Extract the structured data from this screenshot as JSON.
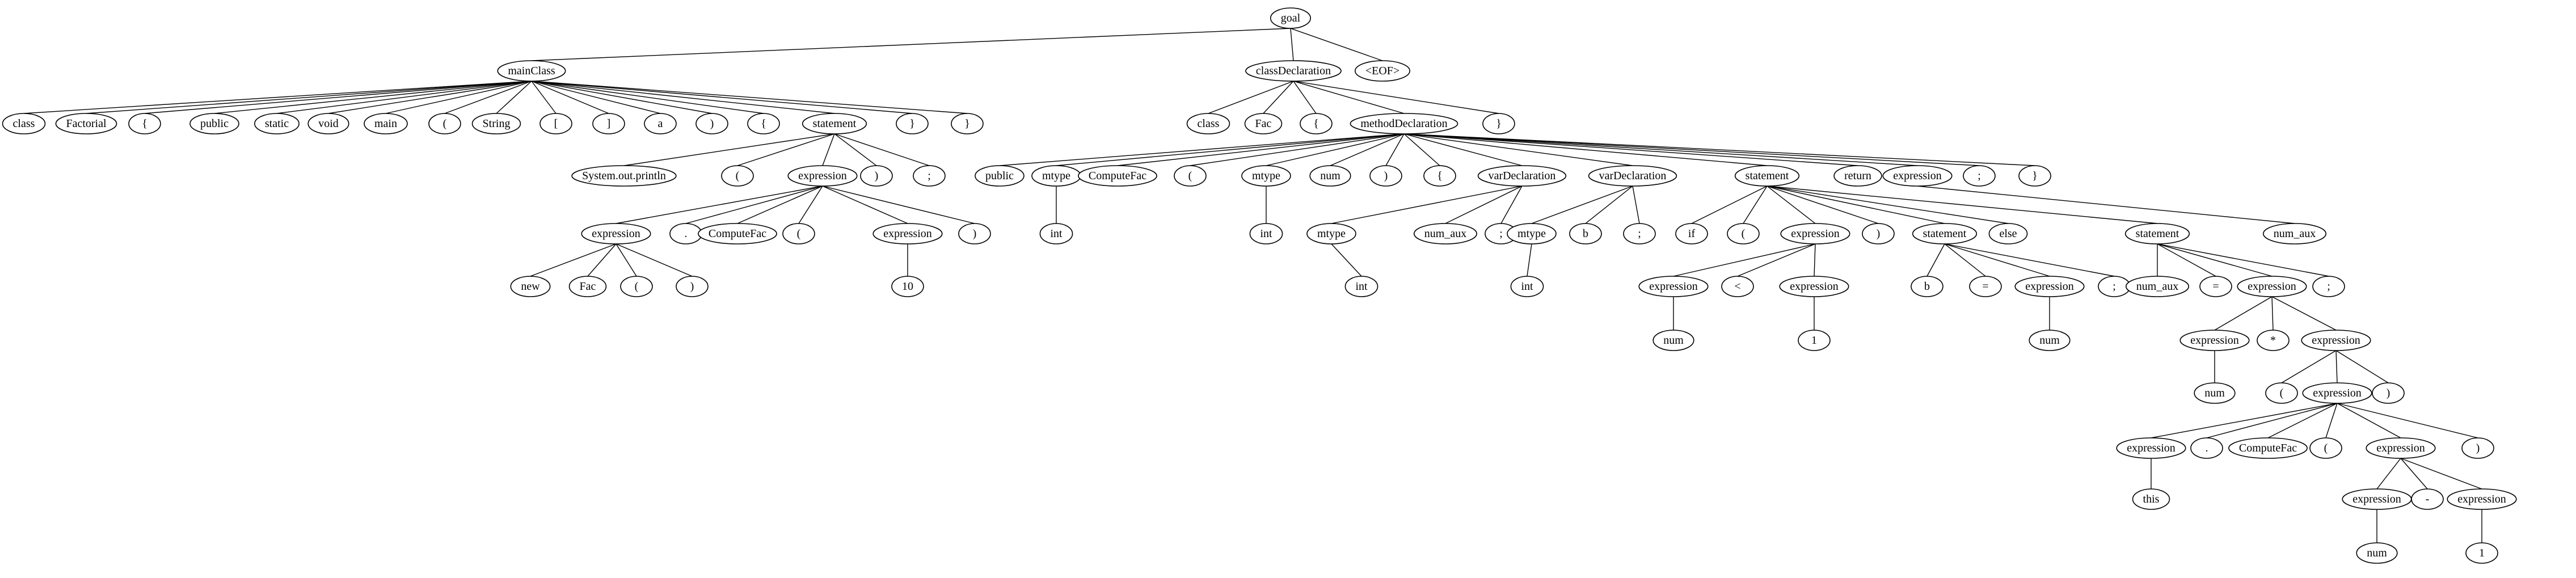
{
  "diagram": {
    "type": "parse-tree",
    "nodes": [
      {
        "id": "goal",
        "label": "goal"
      },
      {
        "id": "mainClass",
        "label": "mainClass",
        "parent": "goal"
      },
      {
        "id": "classDecl",
        "label": "classDeclaration",
        "parent": "goal"
      },
      {
        "id": "eof",
        "label": "<EOF>",
        "parent": "goal"
      },
      {
        "id": "mc_class",
        "label": "class",
        "parent": "mainClass"
      },
      {
        "id": "mc_factorial",
        "label": "Factorial",
        "parent": "mainClass"
      },
      {
        "id": "mc_lbrace1",
        "label": "{",
        "parent": "mainClass"
      },
      {
        "id": "mc_public",
        "label": "public",
        "parent": "mainClass"
      },
      {
        "id": "mc_static",
        "label": "static",
        "parent": "mainClass"
      },
      {
        "id": "mc_void",
        "label": "void",
        "parent": "mainClass"
      },
      {
        "id": "mc_main",
        "label": "main",
        "parent": "mainClass"
      },
      {
        "id": "mc_lparen",
        "label": "(",
        "parent": "mainClass"
      },
      {
        "id": "mc_string",
        "label": "String",
        "parent": "mainClass"
      },
      {
        "id": "mc_lbrack",
        "label": "[",
        "parent": "mainClass"
      },
      {
        "id": "mc_rbrack",
        "label": "]",
        "parent": "mainClass"
      },
      {
        "id": "mc_a",
        "label": "a",
        "parent": "mainClass"
      },
      {
        "id": "mc_rparen",
        "label": ")",
        "parent": "mainClass"
      },
      {
        "id": "mc_lbrace2",
        "label": "{",
        "parent": "mainClass"
      },
      {
        "id": "mc_stmt",
        "label": "statement",
        "parent": "mainClass"
      },
      {
        "id": "mc_rbrace1",
        "label": "}",
        "parent": "mainClass"
      },
      {
        "id": "mc_rbrace2",
        "label": "}",
        "parent": "mainClass"
      },
      {
        "id": "s_println",
        "label": "System.out.println",
        "parent": "mc_stmt"
      },
      {
        "id": "s_lparen",
        "label": "(",
        "parent": "mc_stmt"
      },
      {
        "id": "s_expr",
        "label": "expression",
        "parent": "mc_stmt"
      },
      {
        "id": "s_rparen",
        "label": ")",
        "parent": "mc_stmt"
      },
      {
        "id": "s_semi",
        "label": ";",
        "parent": "mc_stmt"
      },
      {
        "id": "e_expr1",
        "label": "expression",
        "parent": "s_expr"
      },
      {
        "id": "e_dot",
        "label": ".",
        "parent": "s_expr"
      },
      {
        "id": "e_compute",
        "label": "ComputeFac",
        "parent": "s_expr"
      },
      {
        "id": "e_lparen",
        "label": "(",
        "parent": "s_expr"
      },
      {
        "id": "e_expr2",
        "label": "expression",
        "parent": "s_expr"
      },
      {
        "id": "e_rparen",
        "label": ")",
        "parent": "s_expr"
      },
      {
        "id": "n_new",
        "label": "new",
        "parent": "e_expr1"
      },
      {
        "id": "n_fac",
        "label": "Fac",
        "parent": "e_expr1"
      },
      {
        "id": "n_lparen",
        "label": "(",
        "parent": "e_expr1"
      },
      {
        "id": "n_rparen",
        "label": ")",
        "parent": "e_expr1"
      },
      {
        "id": "n_10",
        "label": "10",
        "parent": "e_expr2"
      },
      {
        "id": "cd_class",
        "label": "class",
        "parent": "classDecl"
      },
      {
        "id": "cd_fac",
        "label": "Fac",
        "parent": "classDecl"
      },
      {
        "id": "cd_lbrace",
        "label": "{",
        "parent": "classDecl"
      },
      {
        "id": "cd_method",
        "label": "methodDeclaration",
        "parent": "classDecl"
      },
      {
        "id": "cd_rbrace",
        "label": "}",
        "parent": "classDecl"
      },
      {
        "id": "m_public",
        "label": "public",
        "parent": "cd_method"
      },
      {
        "id": "m_type1",
        "label": "mtype",
        "parent": "cd_method"
      },
      {
        "id": "m_compute",
        "label": "ComputeFac",
        "parent": "cd_method"
      },
      {
        "id": "m_lparen",
        "label": "(",
        "parent": "cd_method"
      },
      {
        "id": "m_type2",
        "label": "mtype",
        "parent": "cd_method"
      },
      {
        "id": "m_num",
        "label": "num",
        "parent": "cd_method"
      },
      {
        "id": "m_rparen",
        "label": ")",
        "parent": "cd_method"
      },
      {
        "id": "m_lbrace",
        "label": "{",
        "parent": "cd_method"
      },
      {
        "id": "m_var1",
        "label": "varDeclaration",
        "parent": "cd_method"
      },
      {
        "id": "m_var2",
        "label": "varDeclaration",
        "parent": "cd_method"
      },
      {
        "id": "m_stmt",
        "label": "statement",
        "parent": "cd_method"
      },
      {
        "id": "m_return",
        "label": "return",
        "parent": "cd_method"
      },
      {
        "id": "m_expr",
        "label": "expression",
        "parent": "cd_method"
      },
      {
        "id": "m_semi",
        "label": ";",
        "parent": "cd_method"
      },
      {
        "id": "m_rbrace",
        "label": "}",
        "parent": "cd_method"
      },
      {
        "id": "t1_int",
        "label": "int",
        "parent": "m_type1"
      },
      {
        "id": "t2_int",
        "label": "int",
        "parent": "m_type2"
      },
      {
        "id": "v1_type",
        "label": "mtype",
        "parent": "m_var1"
      },
      {
        "id": "v1_name",
        "label": "num_aux",
        "parent": "m_var1"
      },
      {
        "id": "v1_semi",
        "label": ";",
        "parent": "m_var1"
      },
      {
        "id": "v1_int",
        "label": "int",
        "parent": "v1_type"
      },
      {
        "id": "v2_type",
        "label": "mtype",
        "parent": "m_var2"
      },
      {
        "id": "v2_name",
        "label": "b",
        "parent": "m_var2"
      },
      {
        "id": "v2_semi",
        "label": ";",
        "parent": "m_var2"
      },
      {
        "id": "v2_int",
        "label": "int",
        "parent": "v2_type"
      },
      {
        "id": "st_if",
        "label": "if",
        "parent": "m_stmt"
      },
      {
        "id": "st_lparen",
        "label": "(",
        "parent": "m_stmt"
      },
      {
        "id": "st_cond",
        "label": "expression",
        "parent": "m_stmt"
      },
      {
        "id": "st_rparen",
        "label": ")",
        "parent": "m_stmt"
      },
      {
        "id": "st_then",
        "label": "statement",
        "parent": "m_stmt"
      },
      {
        "id": "st_else",
        "label": "else",
        "parent": "m_stmt"
      },
      {
        "id": "st_elsestmt",
        "label": "statement",
        "parent": "m_stmt"
      },
      {
        "id": "c_left",
        "label": "expression",
        "parent": "st_cond"
      },
      {
        "id": "c_lt",
        "label": "<",
        "parent": "st_cond"
      },
      {
        "id": "c_right",
        "label": "expression",
        "parent": "st_cond"
      },
      {
        "id": "c_num",
        "label": "num",
        "parent": "c_left"
      },
      {
        "id": "c_1",
        "label": "1",
        "parent": "c_right"
      },
      {
        "id": "th_b",
        "label": "b",
        "parent": "st_then"
      },
      {
        "id": "th_eq",
        "label": "=",
        "parent": "st_then"
      },
      {
        "id": "th_expr",
        "label": "expression",
        "parent": "st_then"
      },
      {
        "id": "th_semi",
        "label": ";",
        "parent": "st_then"
      },
      {
        "id": "th_num",
        "label": "num",
        "parent": "th_expr"
      },
      {
        "id": "el_name",
        "label": "num_aux",
        "parent": "st_elsestmt"
      },
      {
        "id": "el_eq",
        "label": "=",
        "parent": "st_elsestmt"
      },
      {
        "id": "el_expr",
        "label": "expression",
        "parent": "st_elsestmt"
      },
      {
        "id": "el_semi",
        "label": ";",
        "parent": "st_elsestmt"
      },
      {
        "id": "mul_left",
        "label": "expression",
        "parent": "el_expr"
      },
      {
        "id": "mul_op",
        "label": "*",
        "parent": "el_expr"
      },
      {
        "id": "mul_right",
        "label": "expression",
        "parent": "el_expr"
      },
      {
        "id": "mul_num",
        "label": "num",
        "parent": "mul_left"
      },
      {
        "id": "p_lparen",
        "label": "(",
        "parent": "mul_right"
      },
      {
        "id": "p_expr",
        "label": "expression",
        "parent": "mul_right"
      },
      {
        "id": "p_rparen",
        "label": ")",
        "parent": "mul_right"
      },
      {
        "id": "call_obj",
        "label": "expression",
        "parent": "p_expr"
      },
      {
        "id": "call_dot",
        "label": ".",
        "parent": "p_expr"
      },
      {
        "id": "call_name",
        "label": "ComputeFac",
        "parent": "p_expr"
      },
      {
        "id": "call_lparen",
        "label": "(",
        "parent": "p_expr"
      },
      {
        "id": "call_arg",
        "label": "expression",
        "parent": "p_expr"
      },
      {
        "id": "call_rparen",
        "label": ")",
        "parent": "p_expr"
      },
      {
        "id": "call_this",
        "label": "this",
        "parent": "call_obj"
      },
      {
        "id": "sub_left",
        "label": "expression",
        "parent": "call_arg"
      },
      {
        "id": "sub_op",
        "label": "-",
        "parent": "call_arg"
      },
      {
        "id": "sub_right",
        "label": "expression",
        "parent": "call_arg"
      },
      {
        "id": "sub_num",
        "label": "num",
        "parent": "sub_left"
      },
      {
        "id": "sub_1",
        "label": "1",
        "parent": "sub_right"
      },
      {
        "id": "ret_val",
        "label": "num_aux",
        "parent": "m_expr"
      }
    ]
  }
}
